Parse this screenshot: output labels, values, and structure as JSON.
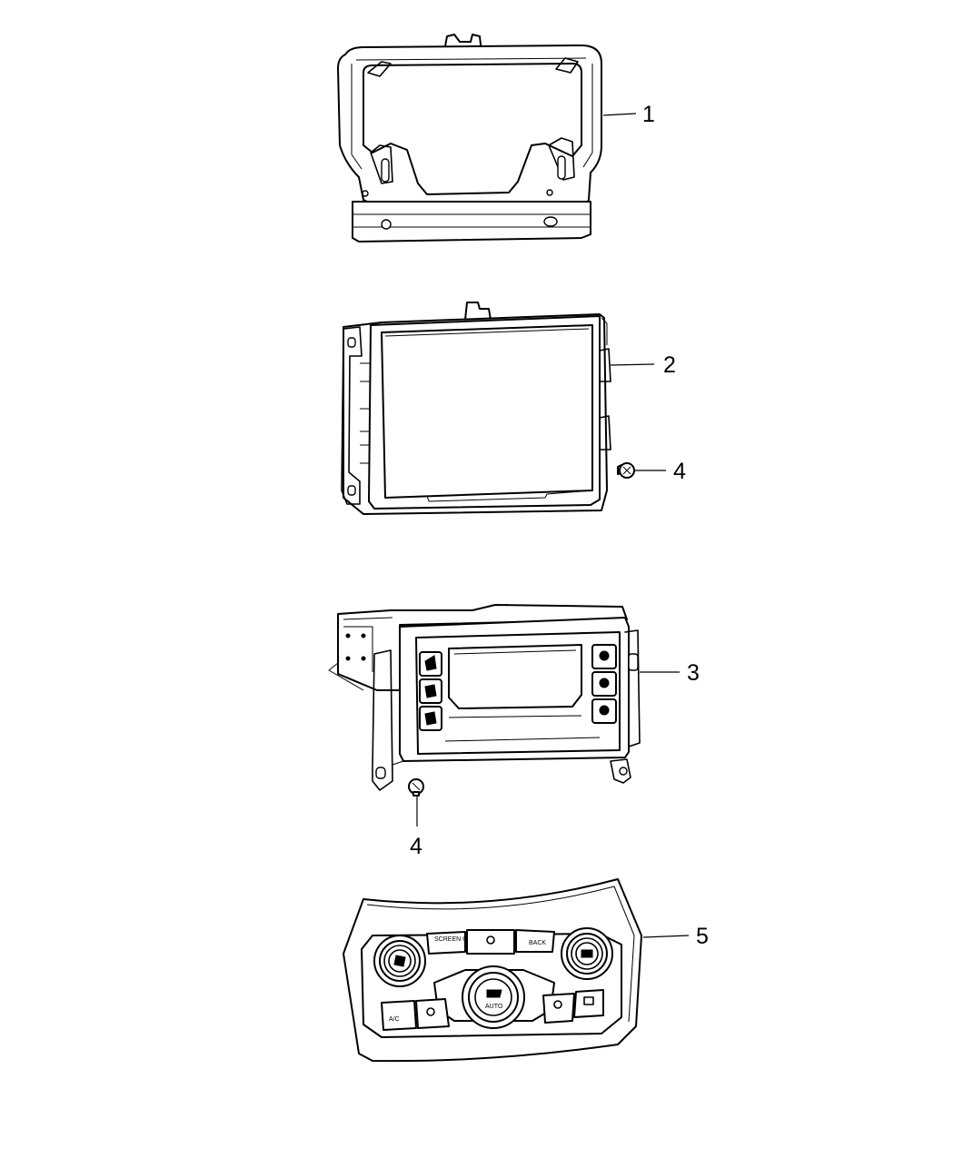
{
  "callouts": [
    "1",
    "2",
    "4",
    "3",
    "4",
    "5"
  ],
  "control_labels": {
    "screen_off": "SCREEN OFF",
    "back": "BACK",
    "ac": "A/C",
    "auto": "AUTO"
  },
  "parts": [
    {
      "number": "1",
      "icon": "mounting-bracket"
    },
    {
      "number": "2",
      "icon": "display-screen"
    },
    {
      "number": "3",
      "icon": "radio-module"
    },
    {
      "number": "4",
      "icon": "screw"
    },
    {
      "number": "5",
      "icon": "climate-control-panel"
    }
  ]
}
